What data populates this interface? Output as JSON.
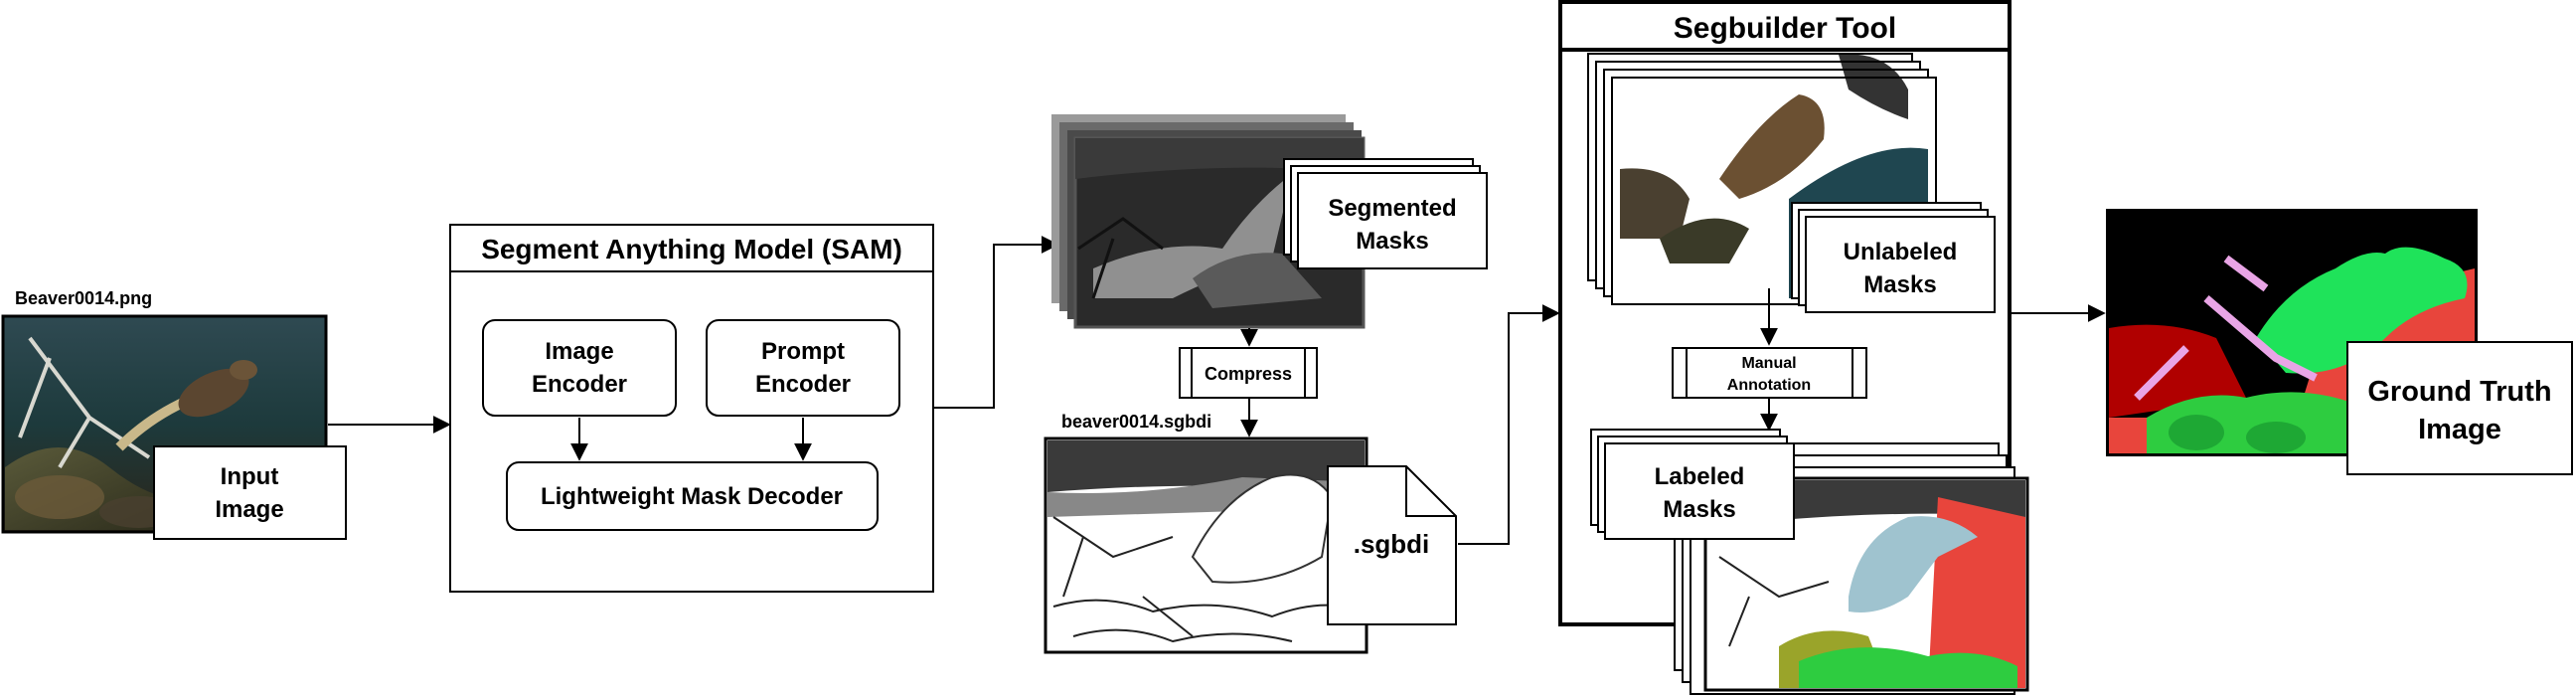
{
  "input": {
    "filename": "Beaver0014.png",
    "label_line1": "Input",
    "label_line2": "Image"
  },
  "sam": {
    "title": "Segment Anything Model (SAM)",
    "image_encoder_line1": "Image",
    "image_encoder_line2": "Encoder",
    "prompt_encoder_line1": "Prompt",
    "prompt_encoder_line2": "Encoder",
    "decoder": "Lightweight Mask Decoder"
  },
  "segmented": {
    "label_line1": "Segmented",
    "label_line2": "Masks"
  },
  "compress": {
    "label": "Compress",
    "filename": "beaver0014.sgbdi",
    "file_ext": ".sgbdi"
  },
  "segbuilder": {
    "title": "Segbuilder Tool",
    "unlabeled_line1": "Unlabeled",
    "unlabeled_line2": "Masks",
    "manual_line1": "Manual",
    "manual_line2": "Annotation",
    "labeled_line1": "Labeled",
    "labeled_line2": "Masks"
  },
  "output": {
    "label_line1": "Ground Truth",
    "label_line2": "Image"
  },
  "colors": {
    "accent_red": "#e8453c",
    "accent_green": "#2ecc40",
    "mask_bright_green": "#1fe35a",
    "mask_pink": "#e9a5e6",
    "mask_blue": "#9fc3cf",
    "mask_dark_red": "#b00000"
  }
}
